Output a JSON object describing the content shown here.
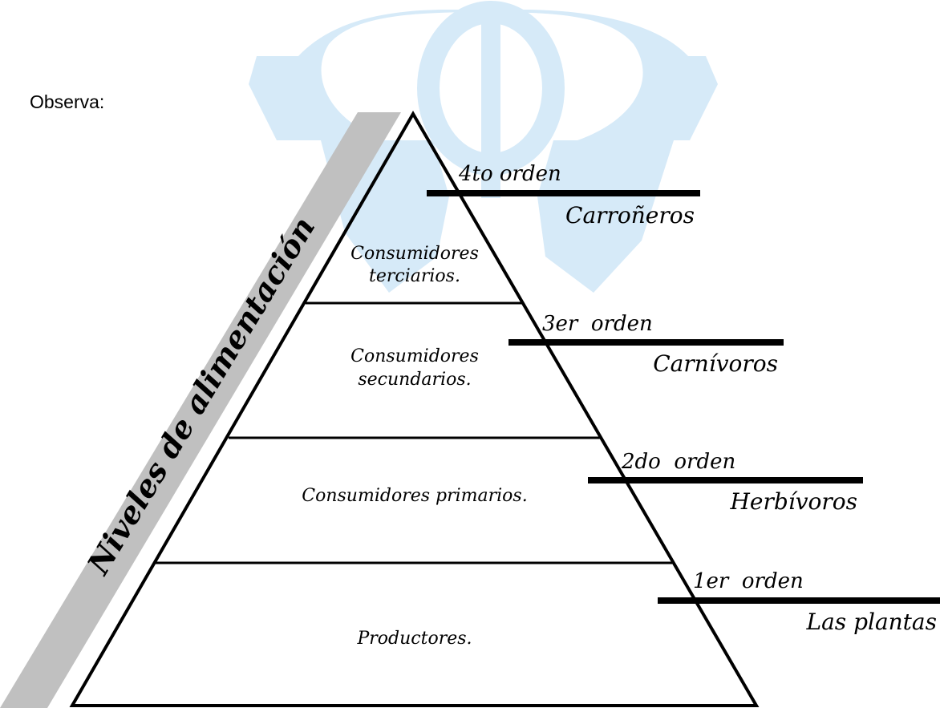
{
  "intro_text": "Observa:",
  "side_label": "Niveles de alimentación",
  "levels": [
    {
      "name": "Consumidores terciarios.",
      "line1": "Consumidores",
      "line2": "terciarios."
    },
    {
      "name": "Consumidores secundarios.",
      "line1": "Consumidores",
      "line2": "secundarios."
    },
    {
      "name": "Consumidores primarios."
    },
    {
      "name": "Productores."
    }
  ],
  "orders": [
    {
      "order": "4to orden",
      "group": "Carroñeros"
    },
    {
      "order": "3er  orden",
      "group": "Carnívoros"
    },
    {
      "order": "2do  orden",
      "group": "Herbívoros"
    },
    {
      "order": "1er  orden",
      "group": "Las plantas"
    }
  ],
  "colors": {
    "watermark": "#d6eaf8",
    "side_band": "#c0c0c0",
    "ink": "#000000"
  }
}
